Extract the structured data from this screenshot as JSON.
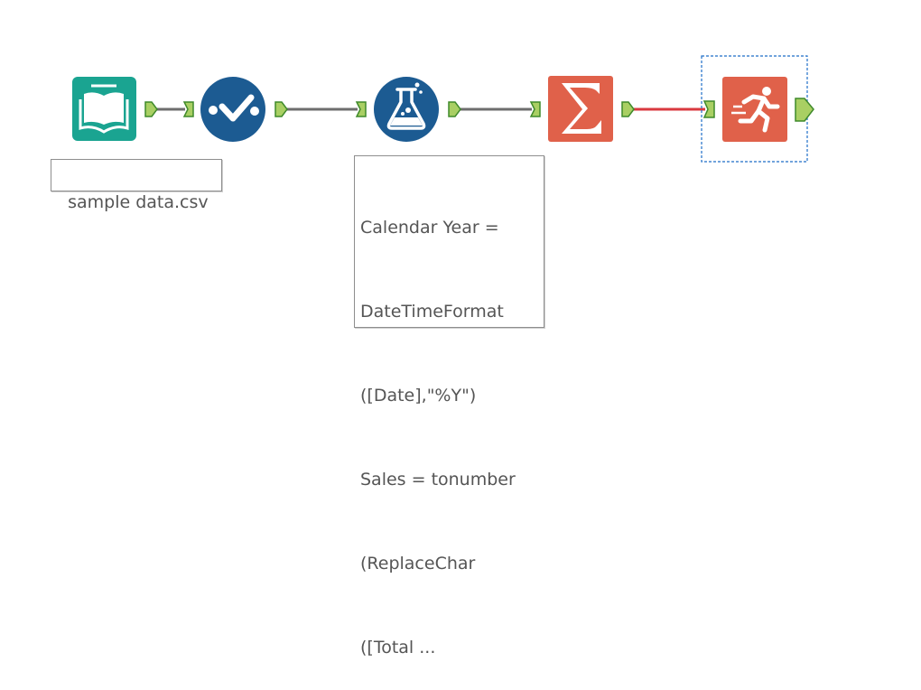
{
  "workflow": {
    "tools": [
      {
        "id": "input",
        "name": "input-data-tool",
        "icon": "open-book-icon",
        "color": "#1aa491"
      },
      {
        "id": "select",
        "name": "select-tool",
        "icon": "check-dots-icon",
        "color": "#1c5b92"
      },
      {
        "id": "formula",
        "name": "formula-tool",
        "icon": "flask-icon",
        "color": "#1c5b92"
      },
      {
        "id": "summarize",
        "name": "summarize-tool",
        "icon": "sigma-icon",
        "color": "#e0614a"
      },
      {
        "id": "runner",
        "name": "runner-tool",
        "icon": "running-person-icon",
        "color": "#e0614a"
      }
    ],
    "connections": [
      {
        "from": "input",
        "to": "select",
        "color": "#6e6e6e"
      },
      {
        "from": "select",
        "to": "formula",
        "color": "#6e6e6e"
      },
      {
        "from": "formula",
        "to": "summarize",
        "color": "#6e6e6e"
      },
      {
        "from": "summarize",
        "to": "runner",
        "color": "#d9383f"
      }
    ],
    "selected_tool": "runner"
  },
  "annotations": {
    "input": "sample data.csv",
    "formula_lines": [
      "Calendar Year =",
      "DateTimeFormat",
      "([Date],\"%Y\")",
      "Sales = tonumber",
      "(ReplaceChar",
      "([Total ..."
    ]
  },
  "colors": {
    "anchor_fill": "#a9cf63",
    "anchor_stroke": "#3f8a2b",
    "selection": "#1e6ec8"
  }
}
